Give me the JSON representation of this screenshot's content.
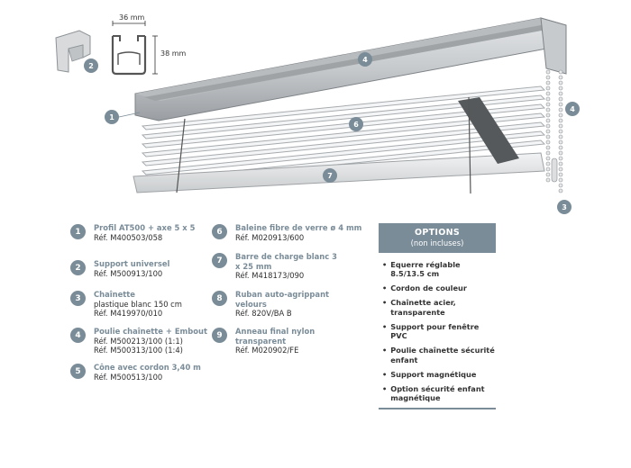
{
  "diagram": {
    "width_label": "36 mm",
    "height_label": "38 mm",
    "callouts": [
      "1",
      "2",
      "3",
      "4",
      "4",
      "6",
      "7"
    ]
  },
  "parts": [
    {
      "num": "1",
      "title": "Profil AT500 + axe 5 x 5",
      "lines": [
        "Réf. M400503/058"
      ]
    },
    {
      "num": "2",
      "title": "Support universel",
      "lines": [
        "Réf. M500913/100"
      ]
    },
    {
      "num": "3",
      "title": "Chaînette",
      "lines": [
        "plastique blanc 150 cm",
        "Réf. M419970/010"
      ]
    },
    {
      "num": "4",
      "title": "Poulie chaînette + Embout",
      "lines": [
        "Réf. M500213/100 (1:1)",
        "Réf. M500313/100 (1:4)"
      ]
    },
    {
      "num": "5",
      "title": "Cône avec cordon 3,40 m",
      "lines": [
        "Réf. M500513/100"
      ]
    },
    {
      "num": "6",
      "title": "Baleine fibre de verre ø 4 mm",
      "lines": [
        "Réf. M020913/600"
      ]
    },
    {
      "num": "7",
      "title": "Barre de charge blanc 3 x 25 mm",
      "lines": [
        "Réf. M418173/090"
      ]
    },
    {
      "num": "8",
      "title": "Ruban auto-agrippant velours",
      "lines": [
        "Réf. 820V/BA B"
      ]
    },
    {
      "num": "9",
      "title": "Anneau final nylon transparent",
      "lines": [
        "Réf. M020902/FE"
      ]
    }
  ],
  "options": {
    "title": "OPTIONS",
    "subtitle": "(non incluses)",
    "items": [
      "Equerre réglable 8.5/13.5 cm",
      "Cordon de couleur",
      "Chaînette acier, transparente",
      "Support pour fenêtre PVC",
      "Poulie chaînette sécurité enfant",
      "Support magnétique",
      "Option sécurité enfant magnétique"
    ]
  },
  "colors": {
    "accent": "#7a8c98",
    "text": "#2f2f2f"
  }
}
